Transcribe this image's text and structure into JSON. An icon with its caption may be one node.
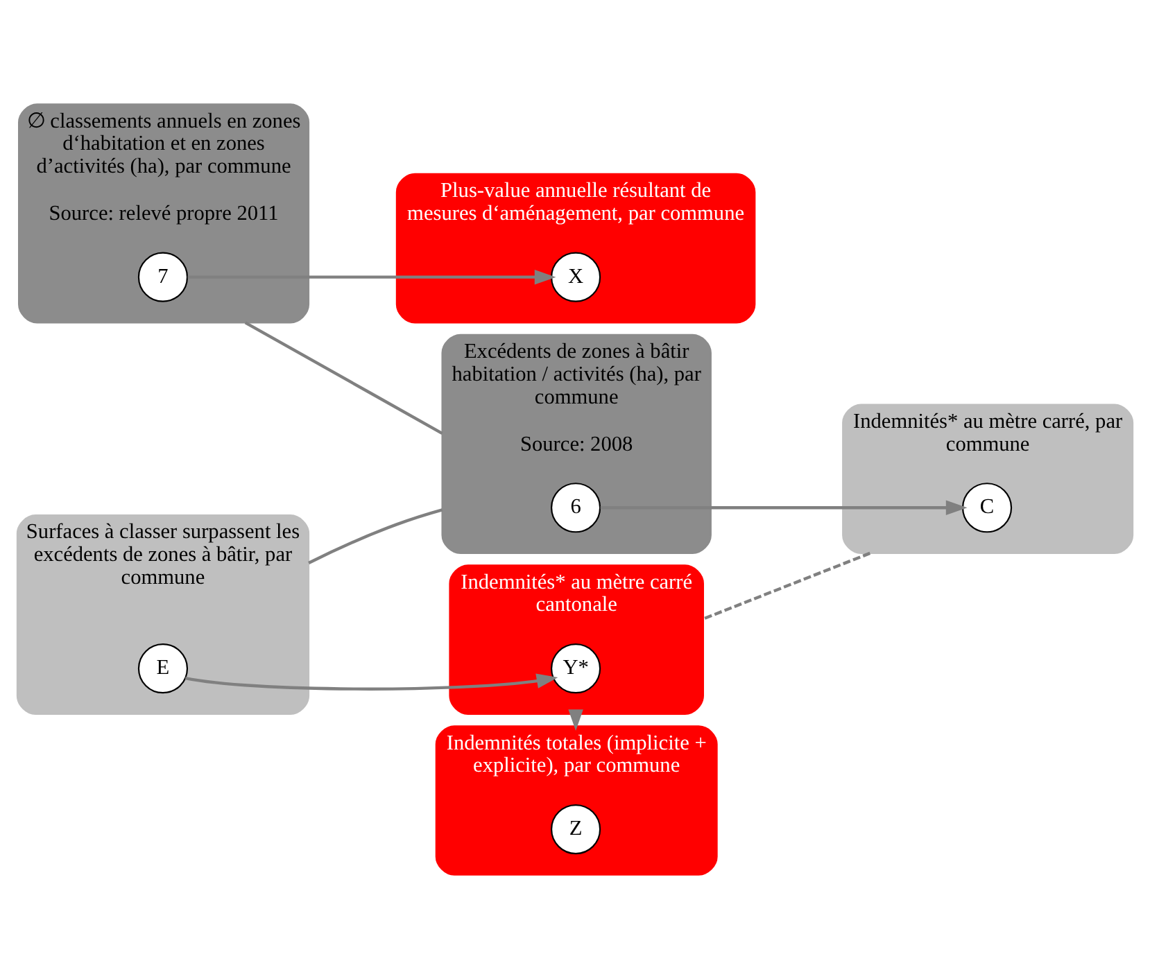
{
  "diagram": {
    "nodes": [
      {
        "text": [
          "∅ classements annuels en zones d‘habitation et en zones d’activités (ha), par commune",
          "Source: relevé propre 2011"
        ]
      },
      {
        "text": [
          "7"
        ],
        "in": 0
      },
      {
        "text": [
          "Plus-value annuelle résultant de mesures d‘aménagement, par commune"
        ]
      },
      {
        "text": [
          "X"
        ],
        "in": 2
      },
      {
        "text": [
          "Excédents de zones à bâtir habitation / activités (ha), par commune",
          "Source: 2008"
        ]
      },
      {
        "text": [
          "6"
        ],
        "in": 4
      },
      {
        "text": [
          "Indemnités* au mètre carré, par commune"
        ]
      },
      {
        "text": [
          "C"
        ],
        "in": 6
      },
      {
        "text": [
          "Surfaces à classer surpassent les excédents de zones à bâtir, par commune"
        ]
      },
      {
        "text": [
          "E"
        ],
        "in": 8
      },
      {
        "text": [
          "Indemnités* au mètre carré cantonale"
        ]
      },
      {
        "text": [
          "Y*"
        ],
        "in": 10
      },
      {
        "text": [
          "Indemnités totales (implicite + explicite), par commune"
        ]
      },
      {
        "text": [
          "Z"
        ],
        "in": 12
      }
    ],
    "edges": [
      {
        "from": 1,
        "to": 3,
        "arrow": "to"
      },
      {
        "from": 0,
        "to": 4,
        "arrow": "none"
      },
      {
        "from": 5,
        "to": 7,
        "arrow": "to"
      },
      {
        "from": 4,
        "to": 8,
        "arrow": "none"
      },
      {
        "from": 9,
        "to": 11,
        "arrow": "to"
      },
      {
        "from": 6,
        "to": 10,
        "arrow": "none",
        "style": "dashed"
      },
      {
        "from": 10,
        "to": 12,
        "arrow": "to",
        "style": "dashed"
      }
    ]
  }
}
